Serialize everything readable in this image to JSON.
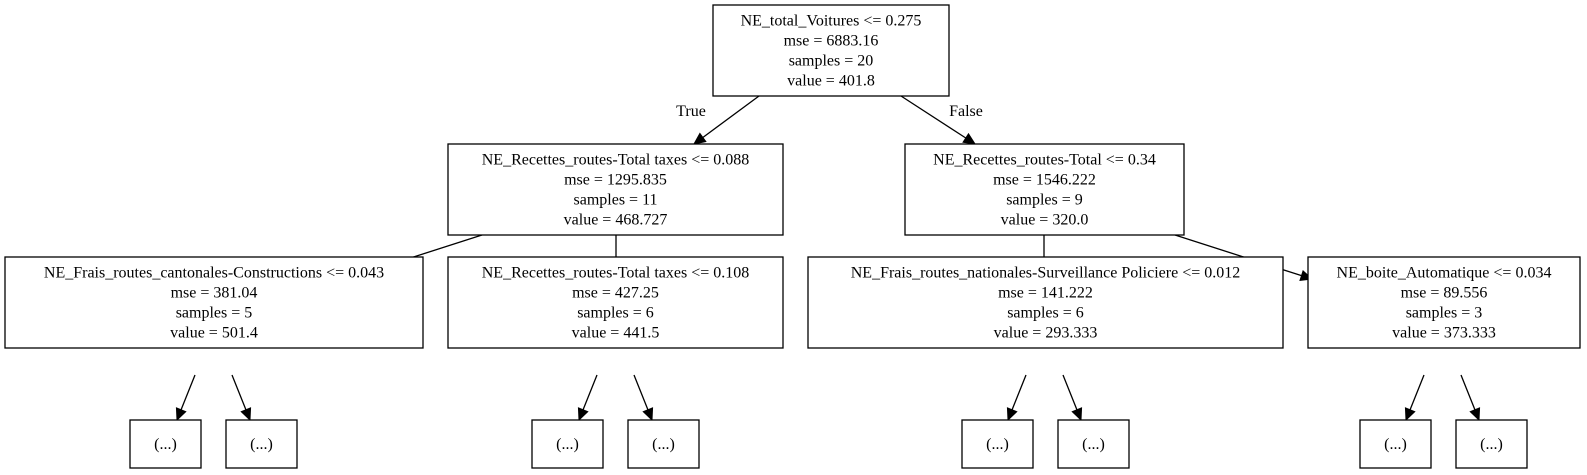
{
  "tree": {
    "nodes": [
      {
        "id": "n0",
        "lines": [
          "NE_total_Voitures <= 0.275",
          "mse = 6883.16",
          "samples = 20",
          "value = 401.8"
        ]
      },
      {
        "id": "n1",
        "lines": [
          "NE_Recettes_routes-Total taxes <= 0.088",
          "mse = 1295.835",
          "samples = 11",
          "value = 468.727"
        ]
      },
      {
        "id": "n2",
        "lines": [
          "NE_Recettes_routes-Total <= 0.34",
          "mse = 1546.222",
          "samples = 9",
          "value = 320.0"
        ]
      },
      {
        "id": "n3",
        "lines": [
          "NE_Frais_routes_cantonales-Constructions <= 0.043",
          "mse = 381.04",
          "samples = 5",
          "value = 501.4"
        ]
      },
      {
        "id": "n4",
        "lines": [
          "NE_Recettes_routes-Total taxes <= 0.108",
          "mse = 427.25",
          "samples = 6",
          "value = 441.5"
        ]
      },
      {
        "id": "n5",
        "lines": [
          "NE_Frais_routes_nationales-Surveillance Policiere <= 0.012",
          "mse = 141.222",
          "samples = 6",
          "value = 293.333"
        ]
      },
      {
        "id": "n6",
        "lines": [
          "NE_boite_Automatique <= 0.034",
          "mse = 89.556",
          "samples = 3",
          "value = 373.333"
        ]
      },
      {
        "id": "t1",
        "lines": [
          "(...)"
        ]
      },
      {
        "id": "t2",
        "lines": [
          "(...)"
        ]
      },
      {
        "id": "t3",
        "lines": [
          "(...)"
        ]
      },
      {
        "id": "t4",
        "lines": [
          "(...)"
        ]
      },
      {
        "id": "t5",
        "lines": [
          "(...)"
        ]
      },
      {
        "id": "t6",
        "lines": [
          "(...)"
        ]
      },
      {
        "id": "t7",
        "lines": [
          "(...)"
        ]
      },
      {
        "id": "t8",
        "lines": [
          "(...)"
        ]
      }
    ],
    "edges": [
      {
        "from": "n0",
        "to": "n1",
        "label": "True"
      },
      {
        "from": "n0",
        "to": "n2",
        "label": "False"
      },
      {
        "from": "n1",
        "to": "n3"
      },
      {
        "from": "n1",
        "to": "n4"
      },
      {
        "from": "n2",
        "to": "n5"
      },
      {
        "from": "n2",
        "to": "n6"
      },
      {
        "from": "n3",
        "to": "t1"
      },
      {
        "from": "n3",
        "to": "t2"
      },
      {
        "from": "n4",
        "to": "t3"
      },
      {
        "from": "n4",
        "to": "t4"
      },
      {
        "from": "n5",
        "to": "t5"
      },
      {
        "from": "n5",
        "to": "t6"
      },
      {
        "from": "n6",
        "to": "t7"
      },
      {
        "from": "n6",
        "to": "t8"
      }
    ]
  }
}
